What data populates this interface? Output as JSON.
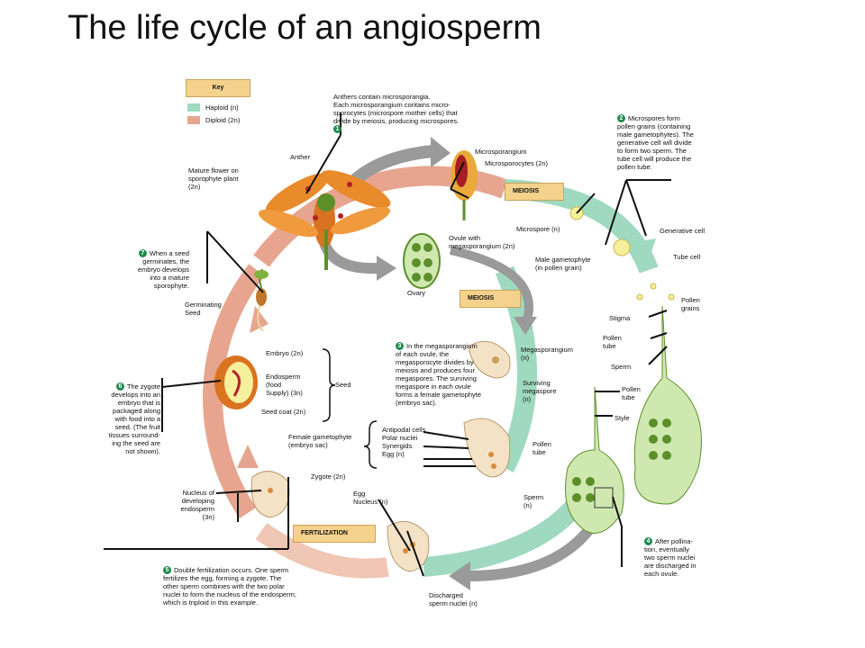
{
  "title": "The life cycle of an angiosperm",
  "key": {
    "title": "Key",
    "haploid": "Haploid (n)",
    "diploid": "Diploid (2n)",
    "haploid_color": "#9fd9c0",
    "diploid_color": "#e7a58f"
  },
  "stages": {
    "meiosis_top": "MEIOSIS",
    "meiosis_mid": "MEIOSIS",
    "fertilization": "FERTILIZATION"
  },
  "steps": {
    "s1_num": "1",
    "s1": "Anthers contain microsporangia.\nEach microsporangium contains micro-\nsporocytes (microspore mother cells) that\ndivide by meiosis, producing microspores.",
    "s2_num": "2",
    "s2": "Microspores form\npollen grains (containing\nmale gametophytes). The\ngenerative cell will divide\nto form two sperm. The\ntube cell will produce the\npollen tube.",
    "s3_num": "3",
    "s3": "In the megasporangium\nof each ovule, the\nmegasporocyte divides by\nmeiosis and produces four\nmegaspores. The surviving\nmegaspore in each ovule\nforms a female gametophyte\n(embryo sac).",
    "s4_num": "4",
    "s4": "After pollina-\ntion, eventually\ntwo sperm nuclei\nare discharged in\neach ovule.",
    "s5_num": "5",
    "s5": "Double fertilization occurs. One sperm\nfertilizes the egg, forming a zygote. The\nother sperm combines with the two polar\nnuclei to form the nucleus of the endosperm,\nwhich is triploid in this example.",
    "s6_num": "6",
    "s6": "The zygote\ndevelops into an\nembryo that is\npackaged along\nwith food into a\nseed. (The fruit\ntissues surround-\ning the seed are\nnot shown).",
    "s7_num": "7",
    "s7": "When a seed\ngerminates, the\nembryo develops\ninto a mature\nsporophyte."
  },
  "labels": {
    "anther": "Anther",
    "mature_flower": "Mature flower on\nsporophyte plant\n(2n)",
    "microsporangium": "Microsporangium",
    "microsporocytes": "Microsporocytes (2n)",
    "microspore": "Microspore (n)",
    "male_gametophyte": "Male gametophyte\n(in pollen grain)",
    "generative_cell": "Generative cell",
    "tube_cell": "Tube cell",
    "pollen_grains": "Pollen\ngrains",
    "stigma": "Stigma",
    "pollen_tube_a": "Pollen\ntube",
    "sperm_a": "Sperm",
    "pollen_tube_b": "Pollen\ntube",
    "style": "Style",
    "ovule": "Ovule with\nmegasporangium (2n)",
    "ovary": "Ovary",
    "megasporangium": "Megasporangium\n(n)",
    "surviving_megaspore": "Surviving\nmegaspore\n(n)",
    "antipodal": "Antipodal cells\nPolar nuclei\nSynergids\nEgg (n)",
    "female_gametophyte": "Female gametophyte\n(embryo sac)",
    "pollen_tube_c": "Pollen\ntube",
    "sperm_n": "Sperm\n(n)",
    "egg_nucleus": "Egg\nNucleus (n)",
    "discharged_sperm": "Discharged\nsperm nuclei (n)",
    "zygote": "Zygote (2n)",
    "nucleus_endosperm": "Nucleus of\ndeveloping\nendosperm\n(3n)",
    "embryo": "Embryo (2n)",
    "endosperm": "Endosperm\n(food\nSupply) (3n)",
    "seed_coat": "Seed coat (2n)",
    "seed": "Seed",
    "germinating_seed": "Germinating\nSeed"
  }
}
